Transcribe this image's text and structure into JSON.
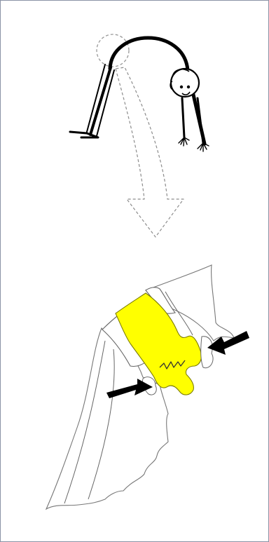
{
  "colors": {
    "frame_border": "#8a93a6",
    "ink": "#000000",
    "dashed": "#888888",
    "highlight": "#ffff00",
    "highlight_outline": "#8a8a00",
    "bone_outline": "#555555",
    "arrow": "#000000"
  },
  "figure": {
    "top_panel": "stick-figure-forward-bend",
    "bottom_panel": "spine-vertebra-compression"
  },
  "icons": {
    "arrows": [
      "arrow-right-icon",
      "arrow-left-icon"
    ],
    "transition": "dashed-down-arrow"
  }
}
